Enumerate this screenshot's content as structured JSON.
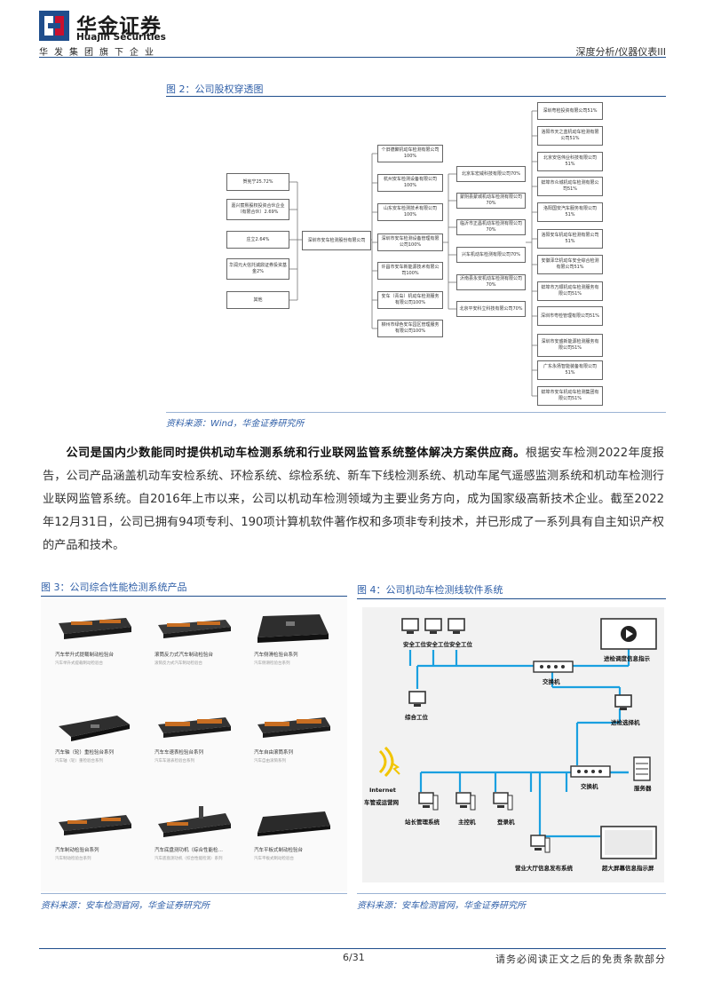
{
  "header": {
    "brand_cn": "华金证券",
    "brand_en": "Huajin Securities",
    "brand_sub": "华发集团旗下企业",
    "right": "深度分析/仪器仪表III",
    "colors": {
      "blue": "#1f4e8c",
      "red": "#c8102e"
    }
  },
  "fig2": {
    "caption": "图 2：公司股权穿透图",
    "source": "资料来源：Wind，华金证券研究所",
    "shareholders": [
      "贺宪宁25.72%",
      "嘉兴宸熙股权投资合伙企业（有限合伙）2.69%",
      "庄立2.64%",
      "华润元大信托诚鼎证券投资基金2%",
      "其他"
    ],
    "company": "深圳市安车检测股份有限公司",
    "subs": [
      "个旧德聚机动车检测有限公司100%",
      "杭州安车检测设备有限公司100%",
      "山东安车检测技术有限公司100%",
      "深圳市安车检测设备管理有限公司100%",
      "许昌市安车新能源技术有限公司100%",
      "安车（青岛）机动车检测服务有限公司100%",
      "柳州市绿色安车园区管理服务有限公司100%"
    ],
    "subsubs": [
      "北京车宏威科技有限公司70%",
      "蒙阴县蒙城机动车检测有限公司70%",
      "临沂市正昌机动车检测有限公司70%",
      "兴车机动车检测有限公司70%",
      "沂南县永安机动车检测有限公司70%",
      "北京平安科立科技有限公司70%"
    ],
    "right": [
      "深圳粤检投资有限公司51%",
      "洛阳市天之蓝机动车检测有限公司51%",
      "北京安信伟业科技有限公司51%",
      "蚌埠市众城机动车检测有限公司51%",
      "洛阳国安汽车服务有限公司51%",
      "洛阳安车机动车检测有限公司51%",
      "安徽泽华机动车安全综合检测有限公司51%",
      "蚌埠市万顺机动车检测服务有限公司51%",
      "深圳市粤检管理有限公司51%",
      "深圳市安盛新能源检测服务有限公司51%",
      "广东永扬智能装备有限公司51%",
      "蚌埠市安车机动车检测集团有限公司51%"
    ]
  },
  "para": {
    "bold": "公司是国内少数能同时提供机动车检测系统和行业联网监管系统整体解决方案供应商。",
    "text": "根据安车检测2022年度报告，公司产品涵盖机动车安检系统、环检系统、综检系统、新车下线检测系统、机动车尾气遥感监测系统和机动车检测行业联网监管系统。自2016年上市以来，公司以机动车检测领域为主要业务方向，成为国家级高新技术企业。截至2022年12月31日，公司已拥有94项专利、190项计算机软件著作权和多项非专利技术，并已形成了一系列具有自主知识产权的产品和技术。"
  },
  "fig3": {
    "caption": "图 3：公司综合性能检测系统产品",
    "source": "资料来源：安车检测官网，华金证券研究所",
    "products": [
      {
        "name": "汽车举升式提载制动检验台",
        "sub": "汽车举升式提载制动检验台"
      },
      {
        "name": "滚筒反力式汽车制动检验台",
        "sub": "滚筒反力式汽车制动检验台"
      },
      {
        "name": "汽车侧滑检验台系列",
        "sub": "汽车侧滑检验台系列"
      },
      {
        "name": "汽车轴（轮）重检验台系列",
        "sub": "汽车轴（轮）重检验台系列"
      },
      {
        "name": "汽车车速表检验台系列",
        "sub": "汽车车速表检验台系列"
      },
      {
        "name": "汽车自由滚筒系列",
        "sub": "汽车自由滚筒系列"
      },
      {
        "name": "汽车制动检验台系列",
        "sub": "汽车制动检验台系列"
      },
      {
        "name": "汽车底盘测功机（综合性能检…",
        "sub": "汽车底盘测功机（综合性能检测）系列"
      },
      {
        "name": "汽车平板式制动检验台",
        "sub": "汽车平板式制动检验台"
      }
    ]
  },
  "fig4": {
    "caption": "图 4：公司机动车检测线软件系统",
    "source": "资料来源：安车检测官网，华金证券研究所",
    "labels": {
      "ws1": "安全工位",
      "ws2": "安全工位",
      "ws3": "安全工位",
      "ws4": "综合工位",
      "switch1": "交换机",
      "switch2": "交换机",
      "display1": "进检调度信息指示",
      "sel": "进检选择机",
      "server": "服务器",
      "internet": "Internet",
      "net": "车管或运营网",
      "m1": "站长管理系统",
      "m2": "主控机",
      "m3": "登录机",
      "pub": "营业大厅信息发布系统",
      "big": "超大屏幕信息指示屏"
    }
  },
  "footer": {
    "page": "6/31",
    "disclaimer": "请务必阅读正文之后的免责条款部分"
  }
}
